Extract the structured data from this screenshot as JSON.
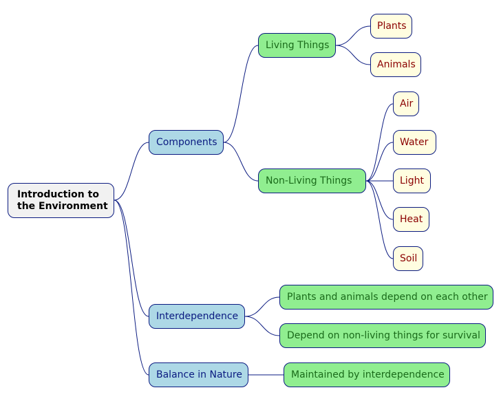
{
  "root": {
    "line1": "Introduction to",
    "line2": "the Environment"
  },
  "components": {
    "label": "Components",
    "living": {
      "label": "Living Things",
      "items": [
        "Plants",
        "Animals"
      ]
    },
    "nonliving": {
      "label": "Non-Living Things",
      "items": [
        "Air",
        "Water",
        "Light",
        "Heat",
        "Soil"
      ]
    }
  },
  "interdependence": {
    "label": "Interdependence",
    "items": [
      "Plants and animals depend on each other",
      "Depend on non-living things for survival"
    ]
  },
  "balance": {
    "label": "Balance in Nature",
    "items": [
      "Maintained by interdependence"
    ]
  },
  "colors": {
    "edge": "#0a1a80",
    "root_fill": "#f1f1f1",
    "level1_fill": "#add8e6",
    "level2_fill": "#90ee90",
    "leaf_fill": "#fffde0"
  }
}
